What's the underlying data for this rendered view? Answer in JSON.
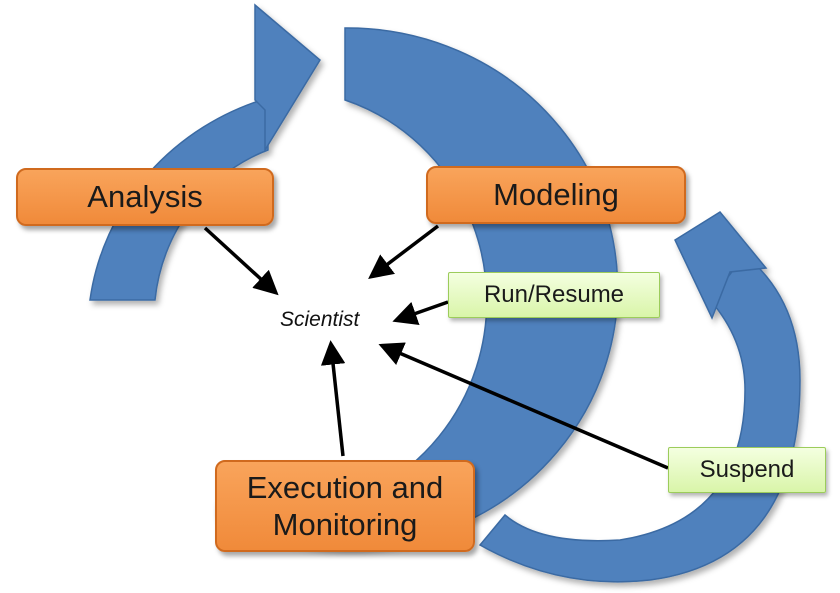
{
  "diagram": {
    "center_label": "Scientist",
    "stages": {
      "analysis": "Analysis",
      "modeling": "Modeling",
      "execution": "Execution and Monitoring"
    },
    "controls": {
      "run_resume": "Run/Resume",
      "suspend": "Suspend"
    },
    "colors": {
      "cycle_arrow": "#4f81bd",
      "stage_box": "#f79646",
      "control_box": "#e4f8bf"
    }
  }
}
